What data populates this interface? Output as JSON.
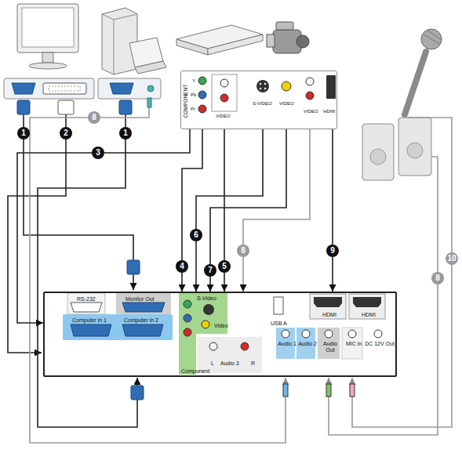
{
  "diagram": {
    "nodes": [
      {
        "text": [
          "COMPONENT",
          "Y",
          "Pb",
          "Pr",
          "VIDEO",
          "S-VIDEO",
          "VIDEO",
          "VIDEO",
          "HDMI"
        ]
      },
      {
        "text": [
          "RS-232",
          "Monitor Out",
          "Computer in 1",
          "Computer in 2",
          "S-Video",
          "Video",
          "Component",
          "L",
          "Audio 3",
          "R",
          "USB A",
          "HDMI",
          "HDMI",
          "Audio 1",
          "Audio 2",
          "Audio Out",
          "MIC in",
          "DC 12V Out"
        ]
      }
    ],
    "edges": [
      {
        "from": 0,
        "to": 1,
        "arrow": "to",
        "label": "3"
      },
      {
        "from": 0,
        "to": 1,
        "arrow": "to",
        "label": "4"
      },
      {
        "from": 0,
        "to": 1,
        "arrow": "to",
        "label": "5"
      },
      {
        "from": 0,
        "to": 1,
        "arrow": "to",
        "label": "6"
      },
      {
        "from": 0,
        "to": 1,
        "arrow": "to",
        "label": "7"
      },
      {
        "from": 0,
        "to": 1,
        "arrow": "to",
        "label": "8"
      },
      {
        "from": 0,
        "to": 1,
        "arrow": "to",
        "label": "9"
      }
    ],
    "labels": [
      "1",
      "2",
      "1",
      "8",
      "10",
      "8"
    ]
  }
}
